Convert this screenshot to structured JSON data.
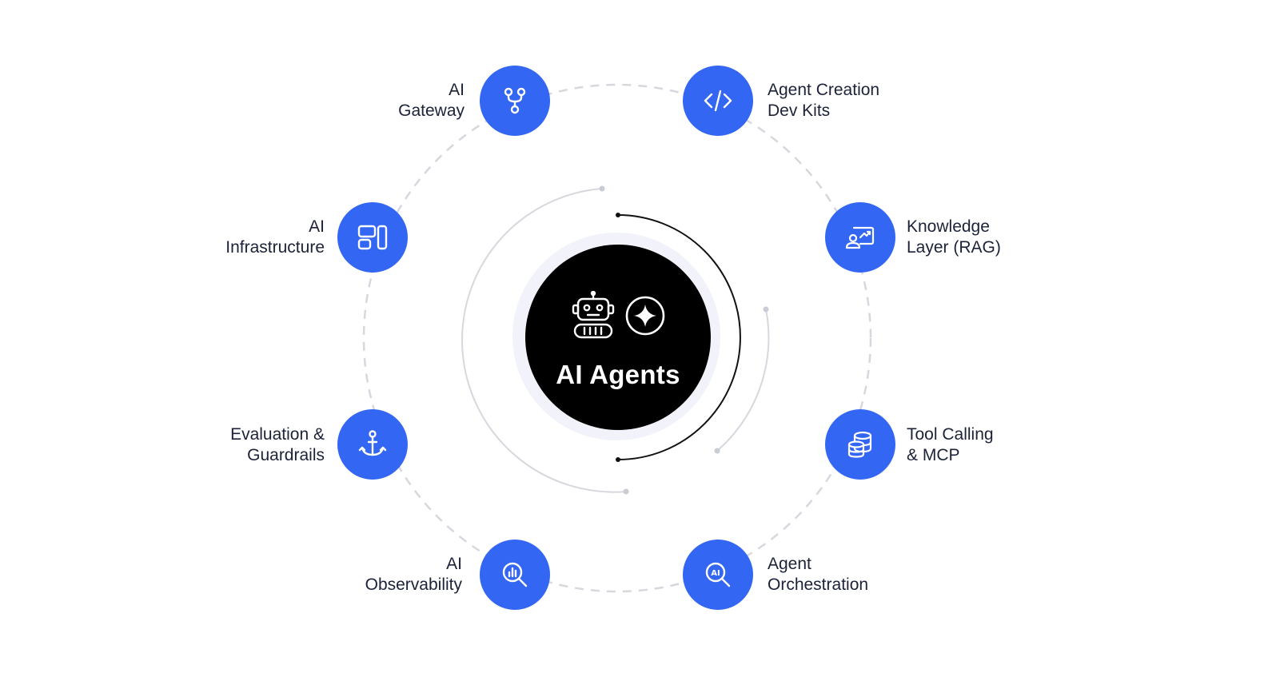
{
  "hub": {
    "title": "AI Agents",
    "icons": [
      "robot-icon",
      "sparkle-icon"
    ]
  },
  "colors": {
    "node": "#3366f2",
    "hub": "#000000",
    "text": "#1c2238",
    "ring": "#d6d8de",
    "halo": "#f2f2fa"
  },
  "nodes": {
    "ai_gateway": {
      "lines": [
        "AI",
        "Gateway"
      ],
      "icon": "git-fork-icon"
    },
    "agent_dev_kits": {
      "lines": [
        "Agent Creation",
        "Dev Kits"
      ],
      "icon": "code-icon"
    },
    "knowledge_layer": {
      "lines": [
        "Knowledge",
        "Layer (RAG)"
      ],
      "icon": "user-chart-icon"
    },
    "tool_calling": {
      "lines": [
        "Tool Calling",
        "& MCP"
      ],
      "icon": "database-icon"
    },
    "agent_orchestration": {
      "lines": [
        "Agent",
        "Orchestration"
      ],
      "icon": "ai-search-icon"
    },
    "ai_observability": {
      "lines": [
        "AI",
        "Observability"
      ],
      "icon": "chart-search-icon"
    },
    "evaluation": {
      "lines": [
        "Evaluation &",
        "Guardrails"
      ],
      "icon": "anchor-icon"
    },
    "ai_infrastructure": {
      "lines": [
        "AI",
        "Infrastructure"
      ],
      "icon": "layout-icon"
    }
  }
}
